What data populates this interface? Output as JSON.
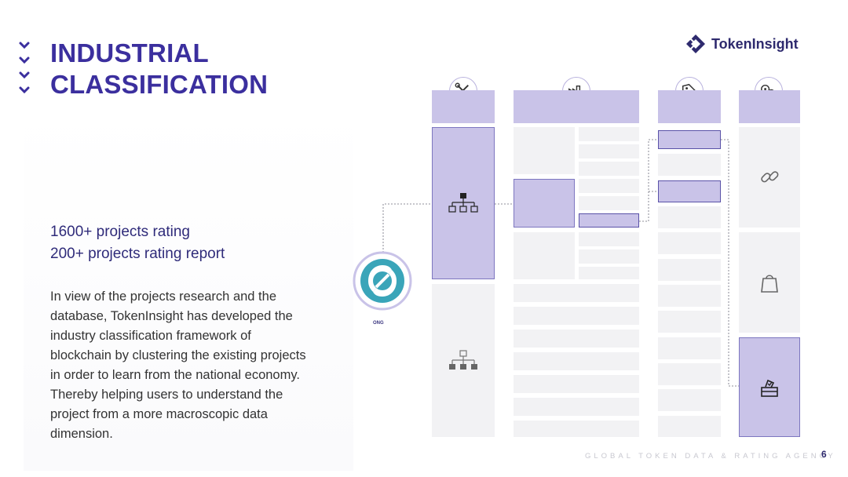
{
  "title": {
    "line1": "INDUSTRIAL",
    "line2": "CLASSIFICATION"
  },
  "stats": {
    "line1": "1600+ projects rating",
    "line2": "200+ projects rating report"
  },
  "description": "In view of the projects research and the database, TokenInsight has developed the industry classification framework of blockchain by clustering the existing projects in order to learn from the national economy. Thereby helping users to understand the project from a more macroscopic data dimension.",
  "logo": {
    "text": "TokenInsight"
  },
  "footer": {
    "tagline": "GLOBAL TOKEN DATA & RATING AGENCY",
    "page_number": "6"
  },
  "ong_label": "ONG",
  "colors": {
    "brand": "#3b2f9e",
    "accent_light": "#c9c3e8",
    "cell_bg": "#f2f2f4",
    "ong_teal": "#3aa5b9"
  },
  "icons": {
    "column1": "tools-icon",
    "column2": "factory-icon",
    "column3": "price-tag-icon",
    "column4": "gears-icon"
  }
}
